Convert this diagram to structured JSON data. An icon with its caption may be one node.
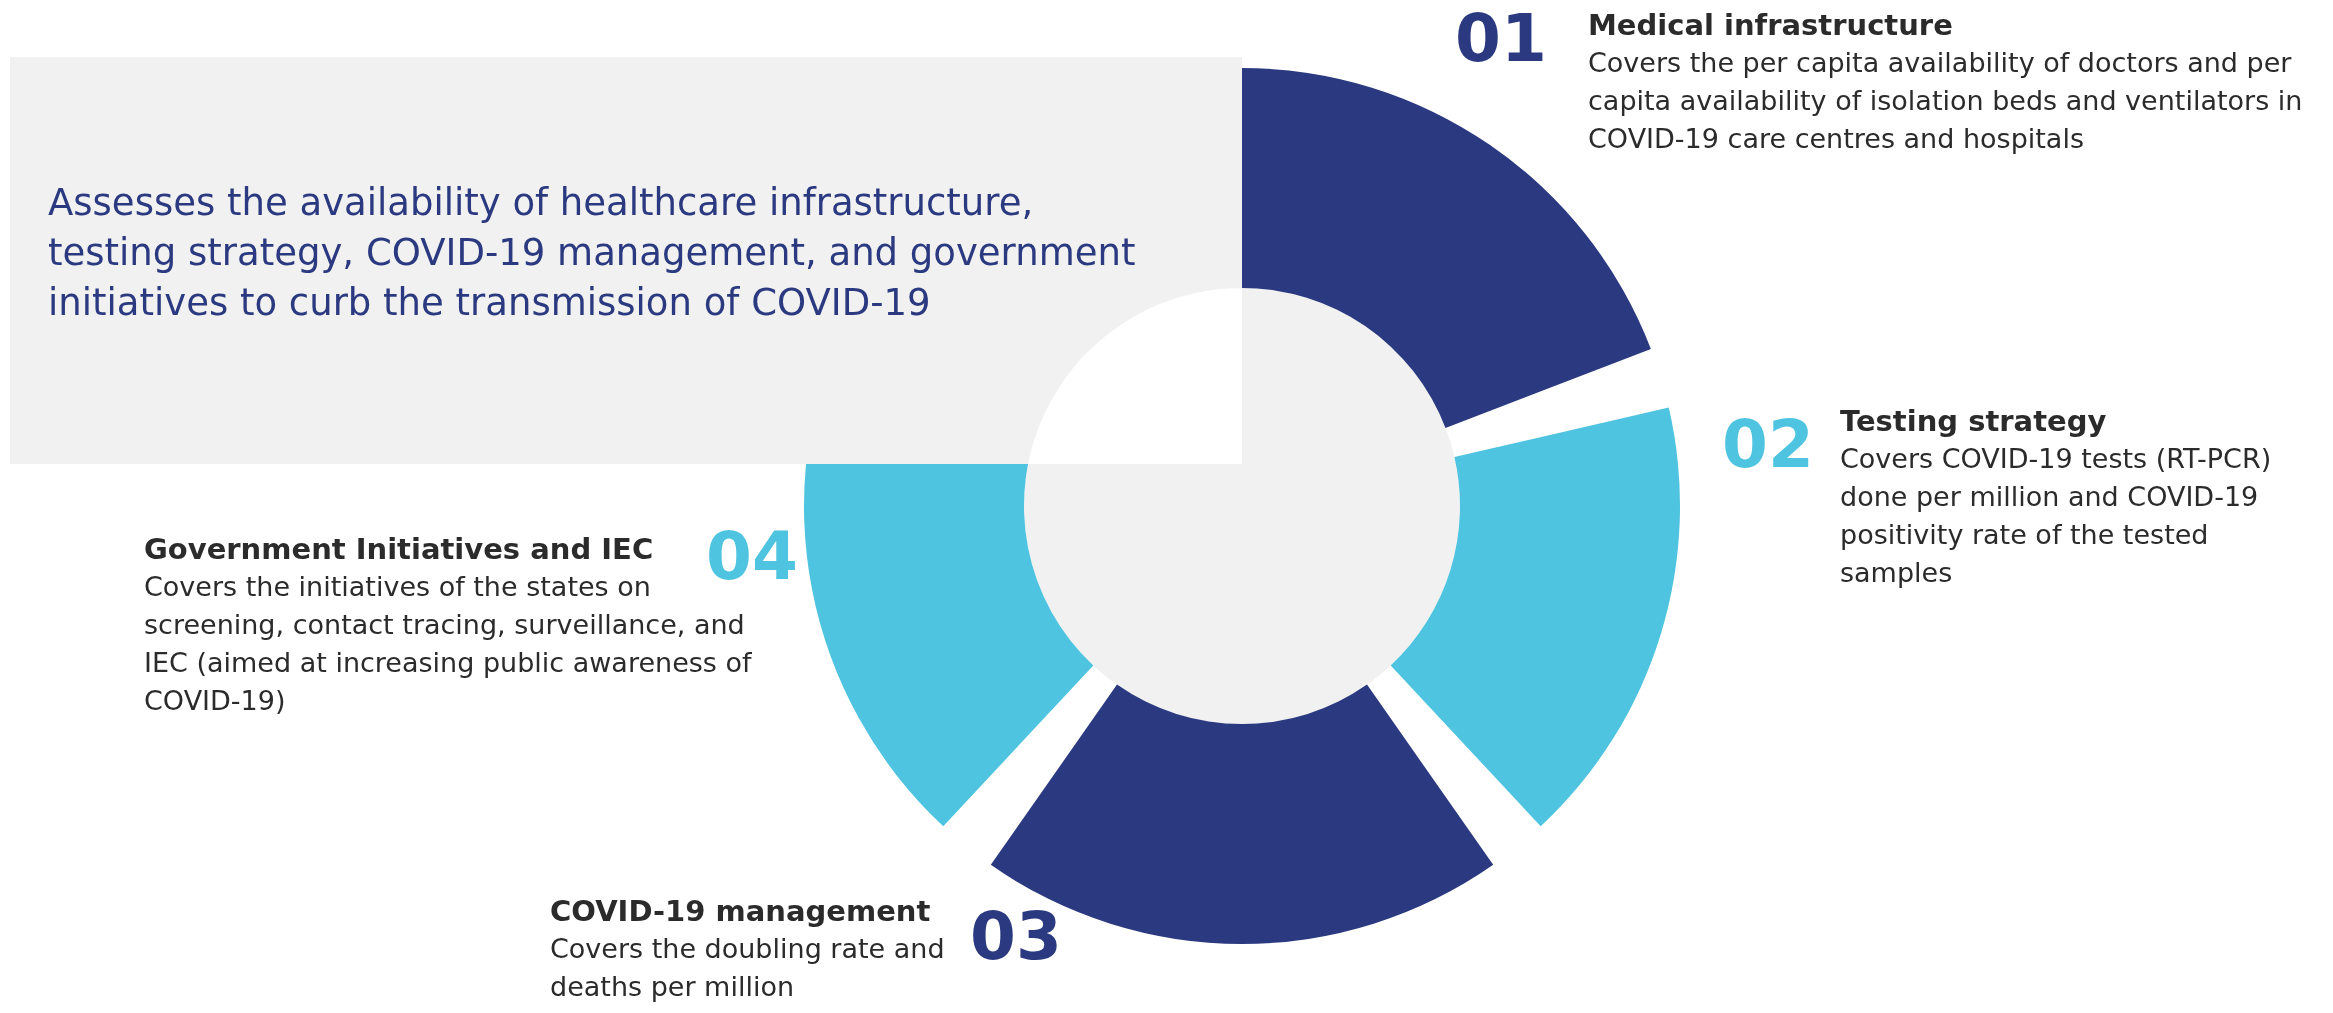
{
  "diagram": {
    "nodes": [
      {
        "text": [
          "Assesses the availability of healthcare infrastructure, testing strategy, COVID-19 management, and government initiatives to curb the transmission of COVID-19"
        ]
      },
      {
        "text": [
          "Medical infrastructure",
          "Covers the per capita availability of doctors and per capita availability of isolation beds and ventilators in COVID-19 care centres and hospitals"
        ],
        "beside": [
          "01"
        ]
      },
      {
        "text": [
          "Testing strategy",
          "Covers COVID-19 tests (RT-PCR) done per million and COVID-19 positivity rate of the tested samples"
        ],
        "beside": [
          "02"
        ]
      },
      {
        "text": [
          "COVID-19 management",
          "Covers the doubling rate and deaths per million"
        ],
        "beside": [
          "03"
        ]
      },
      {
        "text": [
          "Government Initiatives and IEC",
          "Covers the initiatives of the states on screening, contact tracing, surveillance, and IEC (aimed at increasing public awareness of COVID-19)"
        ],
        "beside": [
          "04"
        ]
      }
    ]
  }
}
